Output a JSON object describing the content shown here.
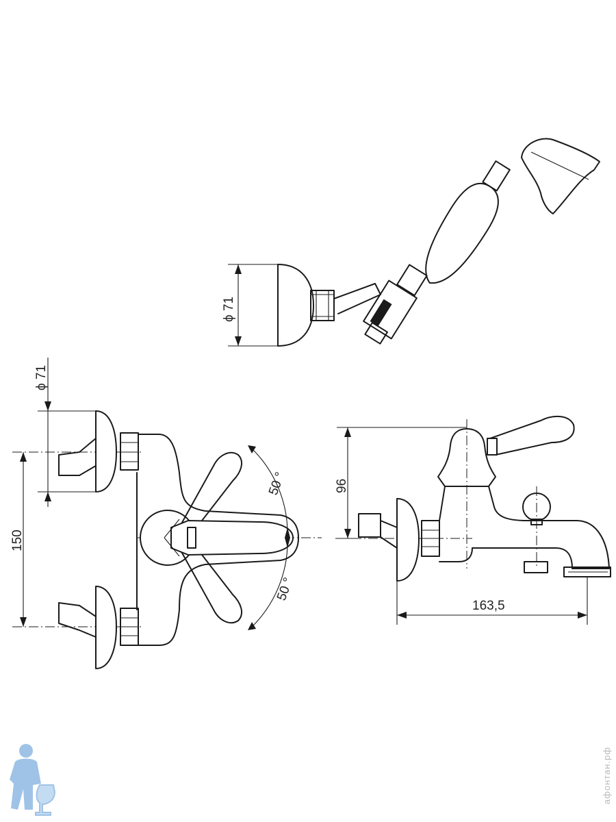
{
  "dimensions": {
    "handshower_holder_diameter": "ϕ 71",
    "flange_diameter": "ϕ 71",
    "inlet_spacing": "150",
    "lever_angle_upper": "50 °",
    "lever_angle_lower": "50 °",
    "body_height": "96",
    "spout_length": "163,5"
  },
  "watermark": "афонтан.рф",
  "colors": {
    "line": "#1a1a1a",
    "background": "#ffffff",
    "mascot": "#9fc3e6"
  }
}
